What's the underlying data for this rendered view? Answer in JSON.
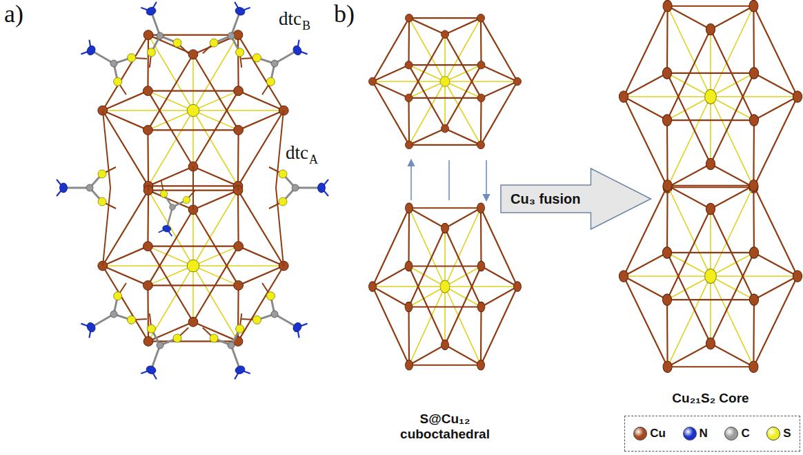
{
  "diagram": {
    "nodes": [
      {
        "text": [
          "Cu₃ fusion"
        ]
      }
    ],
    "labels": [
      "a)",
      "dtc",
      "B",
      "b)",
      "dtc",
      "A",
      "S@Cu₁₂ cuboctahedral",
      "Cu₂₁S₂ Core"
    ],
    "legend": [
      {
        "text": "Cu",
        "color": "#a5491e"
      },
      {
        "text": "N",
        "color": "#1a33cc"
      },
      {
        "text": "C",
        "color": "#9b9b9b"
      },
      {
        "text": "S",
        "color": "#f0ee1a"
      }
    ]
  }
}
